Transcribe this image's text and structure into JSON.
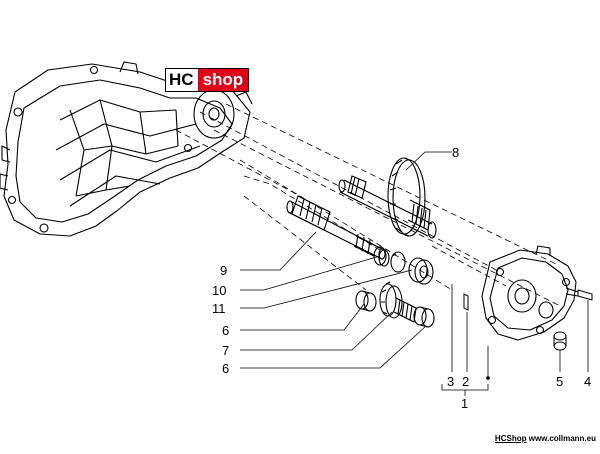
{
  "logo": {
    "part1": "HC",
    "part2": "shop"
  },
  "footer": {
    "brand": "HCShop",
    "url": "www.collmann.eu"
  },
  "callouts": {
    "c8": "8",
    "c9": "9",
    "c10": "10",
    "c11": "11",
    "c6a": "6",
    "c7": "7",
    "c6b": "6",
    "c3": "3",
    "c2": "2",
    "c1": "1",
    "c5": "5",
    "c4": "4"
  },
  "colors": {
    "line": "#000000",
    "logo_red": "#e0001a",
    "background": "#ffffff"
  }
}
